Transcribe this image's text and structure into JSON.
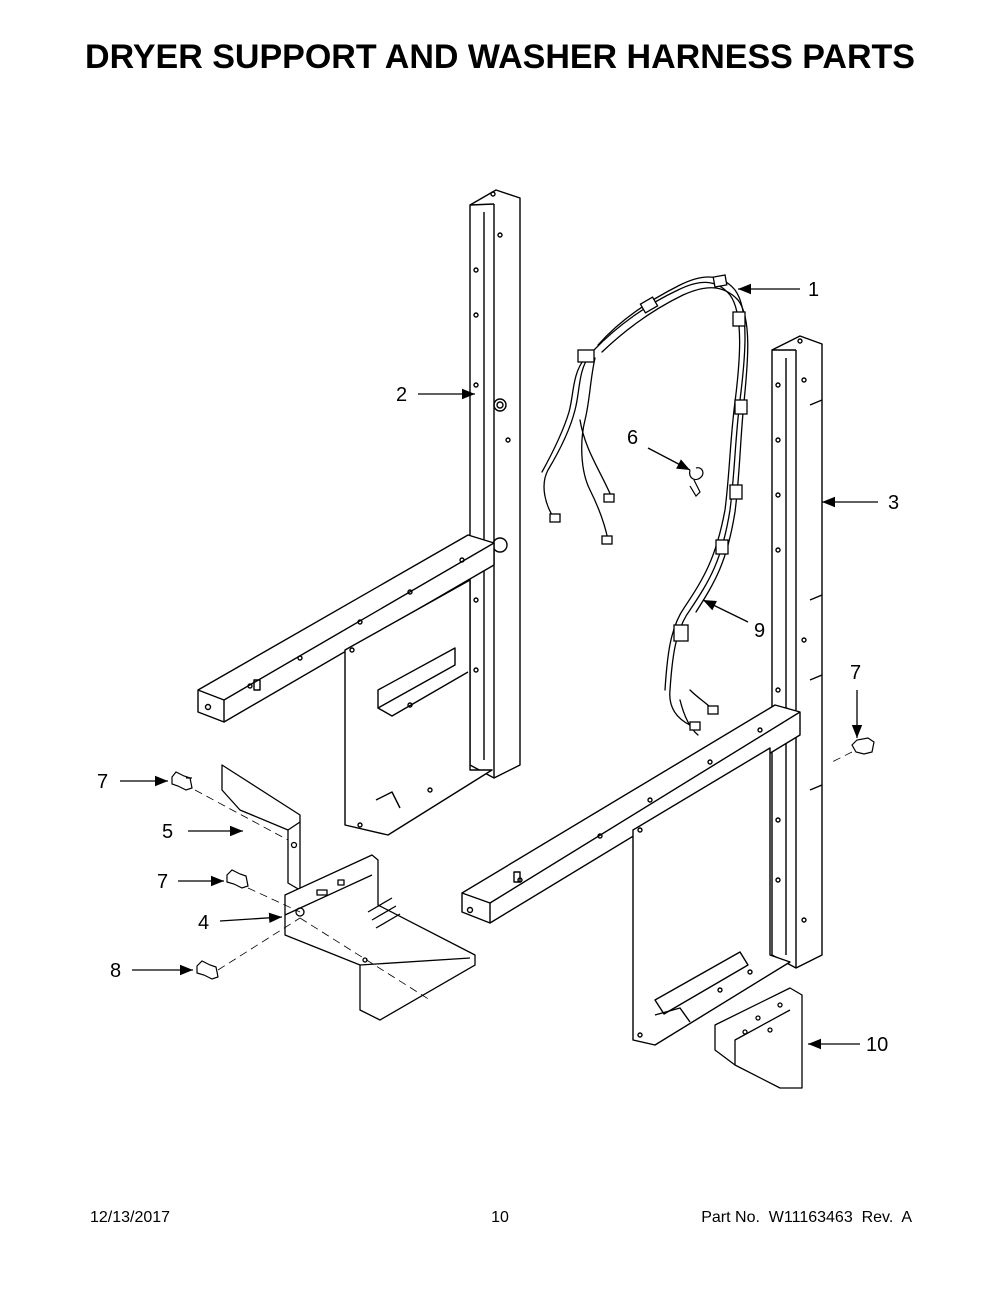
{
  "title": "DRYER SUPPORT AND WASHER HARNESS PARTS",
  "callouts": [
    {
      "id": "1",
      "label": "1"
    },
    {
      "id": "2",
      "label": "2"
    },
    {
      "id": "3",
      "label": "3"
    },
    {
      "id": "4",
      "label": "4"
    },
    {
      "id": "5",
      "label": "5"
    },
    {
      "id": "6",
      "label": "6"
    },
    {
      "id": "7a",
      "label": "7"
    },
    {
      "id": "7b",
      "label": "7"
    },
    {
      "id": "7c",
      "label": "7"
    },
    {
      "id": "8",
      "label": "8"
    },
    {
      "id": "9",
      "label": "9"
    },
    {
      "id": "10",
      "label": "10"
    }
  ],
  "footer": {
    "date": "12/13/2017",
    "page": "10",
    "part": "Part No.  W11163463  Rev.  A"
  }
}
